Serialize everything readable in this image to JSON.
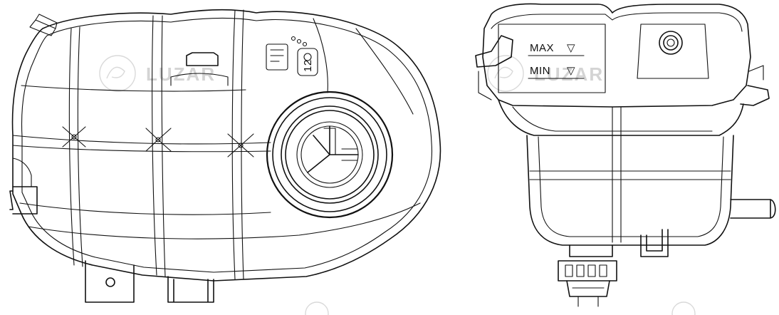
{
  "watermark": {
    "brand_text": "LUZAR"
  },
  "tank_front_view": {
    "cap_marking": "12"
  },
  "tank_side_view": {
    "level_max_label": "MAX",
    "level_min_label": "MIN",
    "level_indicator_symbol": "▽"
  }
}
